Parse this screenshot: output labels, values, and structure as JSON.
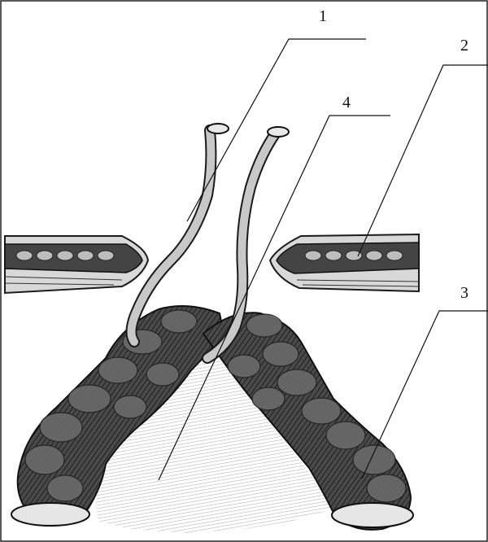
{
  "callouts": [
    {
      "id": "1",
      "label": "1"
    },
    {
      "id": "2",
      "label": "2"
    },
    {
      "id": "3",
      "label": "3"
    },
    {
      "id": "4",
      "label": "4"
    }
  ],
  "colors": {
    "ink": "#1a1a1a",
    "dark_fill": "#3a3a3a",
    "mid_fill": "#7a7a7a",
    "light_fill": "#cfcfcf",
    "background": "#ffffff"
  }
}
